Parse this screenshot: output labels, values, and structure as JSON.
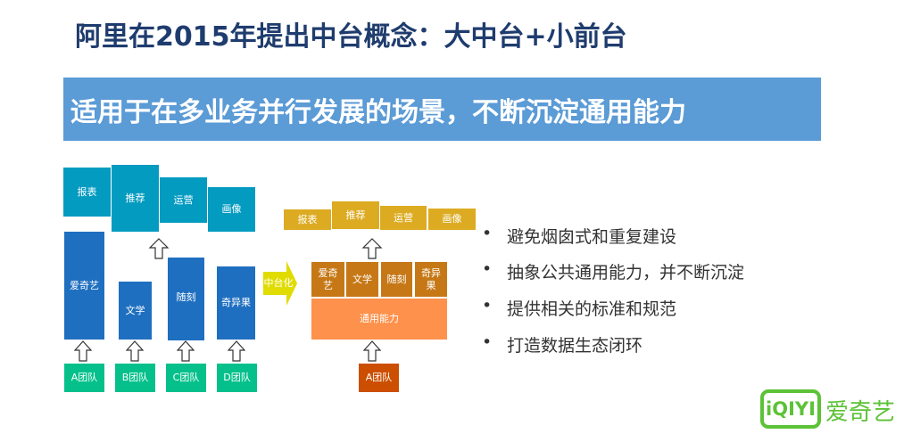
{
  "title": "阿里在2015年提出中台概念：大中台+小前台",
  "banner": "适用于在多业务并行发展的场景，不断沉淀通用能力",
  "left_diagram": {
    "apps": [
      "报表",
      "推荐",
      "运营",
      "画像"
    ],
    "products": [
      "爱奇艺",
      "文学",
      "随刻",
      "奇异果"
    ],
    "teams": [
      "A团队",
      "B团队",
      "C团队",
      "D团队"
    ]
  },
  "transform_label": "中台化",
  "right_diagram": {
    "apps": [
      "报表",
      "推荐",
      "运营",
      "画像"
    ],
    "products": [
      "爱奇艺",
      "文学",
      "随刻",
      "奇异果"
    ],
    "platform": "通用能力",
    "team": "A团队"
  },
  "bullets": [
    "避免烟囱式和重复建设",
    "抽象公共通用能力，并不断沉淀",
    "提供相关的标准和规范",
    "打造数据生态闭环"
  ],
  "logo": {
    "mark": "iQIYI",
    "text": "爱奇艺",
    "color": "#5cc236"
  }
}
